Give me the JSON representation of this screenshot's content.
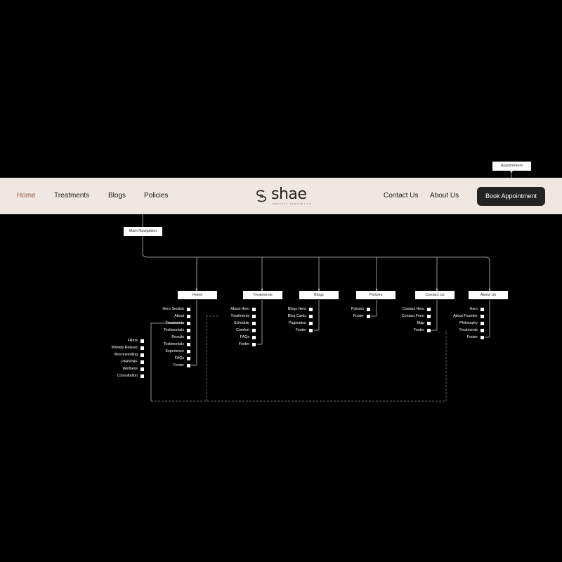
{
  "navbar": {
    "links": [
      "Home",
      "Treatments",
      "Blogs",
      "Policies"
    ],
    "right_links": [
      "Contact Us",
      "About Us"
    ],
    "logo_text": "shae",
    "logo_tagline": "MEDICAL AESTHETICS",
    "button_label": "Book Appointment"
  },
  "annotations": {
    "appointment": "Appointment",
    "main_navigation": "Main Navigation"
  },
  "sitemap": {
    "home": {
      "title": "Home",
      "items": [
        "Hero Section",
        "About",
        "Treatments",
        "Testimonials",
        "Results",
        "Testimonials",
        "Experience",
        "FAQs",
        "Footer"
      ]
    },
    "treatments": {
      "title": "Treatments",
      "items": [
        "About Hero",
        "Treatments",
        "Schedule",
        "Comfort",
        "FAQs",
        "Footer"
      ]
    },
    "blogs": {
      "title": "Blogs",
      "items": [
        "Blogs Hero",
        "Blog Cards",
        "Pagination",
        "Footer"
      ]
    },
    "policies": {
      "title": "Policies",
      "items": [
        "Policies",
        "Footer"
      ]
    },
    "contact": {
      "title": "Contact Us",
      "items": [
        "Contact Hero",
        "Contact Form",
        "Map",
        "Footer"
      ]
    },
    "about": {
      "title": "About Us",
      "items": [
        "Hero",
        "About Founder",
        "Philosophy",
        "Treatments",
        "Footer"
      ]
    },
    "filters": {
      "items": [
        "Filters",
        "Wrinkle Relaxer",
        "Microneedling",
        "PRP/PRF",
        "Wellness",
        "Consultation"
      ]
    }
  },
  "colors": {
    "active_link": "#9a5a3a",
    "navbar_bg": "#efe7e1",
    "button_bg": "#232323",
    "canvas": "#000000"
  }
}
